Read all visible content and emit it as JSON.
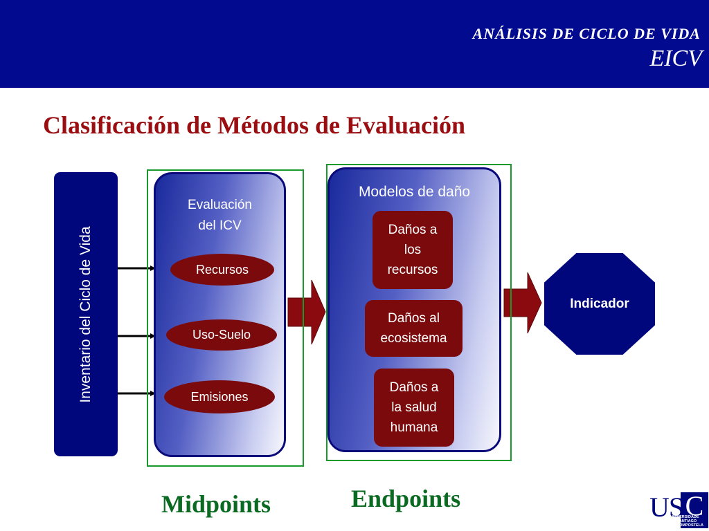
{
  "header": {
    "subtitle": "ANÁLISIS DE CICLO DE VIDA",
    "acronym": "EICV",
    "background_color": "#020a8f"
  },
  "title": "Clasificación de Métodos de Evaluación",
  "inventory": {
    "label": "Inventario del Ciclo de Vida"
  },
  "midpoints_panel": {
    "title_line1": "Evaluación",
    "title_line2": "del ICV",
    "items": [
      "Recursos",
      "Uso-Suelo",
      "Emisiones"
    ],
    "caption": "Midpoints"
  },
  "endpoints_panel": {
    "title": "Modelos de daño",
    "items": [
      {
        "line1": "Daños a",
        "line2": "los",
        "line3": "recursos"
      },
      {
        "line1": "Daños al",
        "line2": "ecosistema"
      },
      {
        "line1": "Daños a",
        "line2": "la salud",
        "line3": "humana"
      }
    ],
    "caption": "Endpoints"
  },
  "indicator": {
    "label": "Indicador"
  },
  "logo": {
    "letters": "US",
    "letter_c": "C",
    "sub_line1": "UNIVERSIDADE",
    "sub_line2": "DE SANTIAGO",
    "sub_line3": "DE COMPOSTELA"
  },
  "colors": {
    "title_red": "#9a0d10",
    "navy": "#00067b",
    "maroon": "#7a0a0c",
    "green_frame": "#189a2b",
    "green_caption": "#0a6a22"
  }
}
